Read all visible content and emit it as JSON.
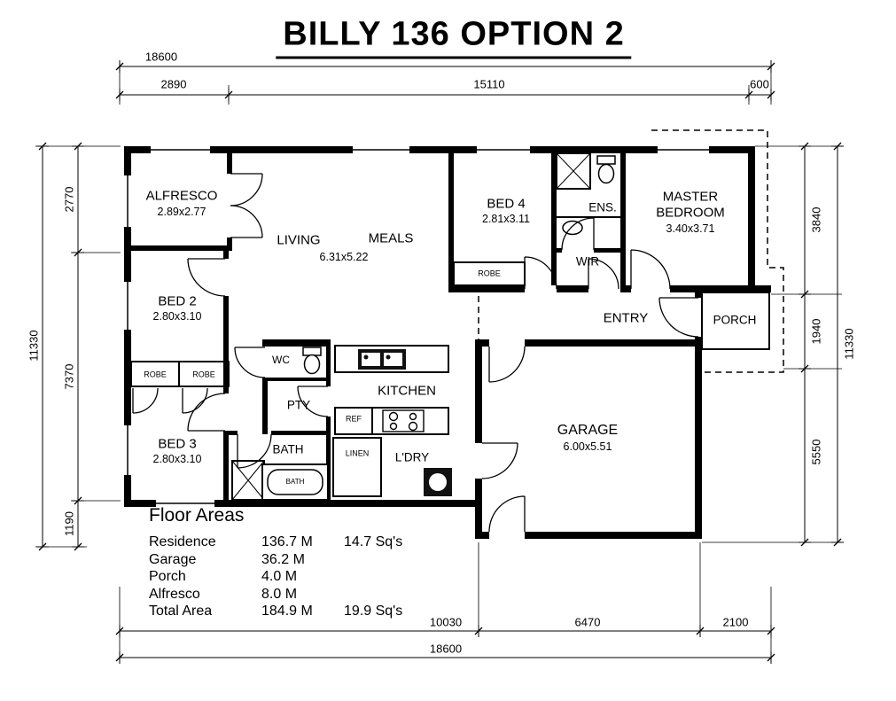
{
  "title": "BILLY 136 OPTION 2",
  "dims": {
    "top_overall": "18600",
    "top_seg1": "2890",
    "top_seg2": "15110",
    "top_seg3": "600",
    "left_overall": "11330",
    "left_seg1": "2770",
    "left_seg2": "7370",
    "left_seg3": "1190",
    "right_seg1": "3840",
    "right_seg2": "1940",
    "right_seg3": "5550",
    "right_overall": "11330",
    "bottom_seg1": "10030",
    "bottom_seg2": "6470",
    "bottom_seg3": "2100",
    "bottom_overall": "18600"
  },
  "rooms": {
    "alfresco": {
      "name": "ALFRESCO",
      "size": "2.89x2.77"
    },
    "living": {
      "name": "LIVING"
    },
    "meals": {
      "name": "MEALS"
    },
    "living_meals": {
      "size": "6.31x5.22"
    },
    "bed4": {
      "name": "BED 4",
      "size": "2.81x3.11"
    },
    "ens": {
      "name": "ENS."
    },
    "master": {
      "name1": "MASTER",
      "name2": "BEDROOM",
      "size": "3.40x3.71"
    },
    "wir": {
      "name": "WIR"
    },
    "bed2": {
      "name": "BED 2",
      "size": "2.80x3.10"
    },
    "entry": {
      "name": "ENTRY"
    },
    "porch": {
      "name": "PORCH"
    },
    "wc": {
      "name": "WC"
    },
    "pty": {
      "name": "PTY"
    },
    "kitchen": {
      "name": "KITCHEN"
    },
    "ref": {
      "name": "REF"
    },
    "robe": {
      "name": "ROBE"
    },
    "bed3": {
      "name": "BED 3",
      "size": "2.80x3.10"
    },
    "bath": {
      "name": "BATH"
    },
    "bath_tub": {
      "name": "BATH"
    },
    "linen": {
      "name": "LINEN"
    },
    "ldry": {
      "name": "L'DRY"
    },
    "garage": {
      "name": "GARAGE",
      "size": "6.00x5.51"
    }
  },
  "floor_areas": {
    "heading": "Floor Areas",
    "rows": [
      {
        "label": "Residence",
        "area": "136.7 M",
        "squares": "14.7 Sq's"
      },
      {
        "label": "Garage",
        "area": "36.2 M",
        "squares": ""
      },
      {
        "label": "Porch",
        "area": "4.0 M",
        "squares": ""
      },
      {
        "label": "Alfresco",
        "area": "8.0 M",
        "squares": ""
      },
      {
        "label": "Total Area",
        "area": "184.9 M",
        "squares": "19.9 Sq's"
      }
    ]
  }
}
